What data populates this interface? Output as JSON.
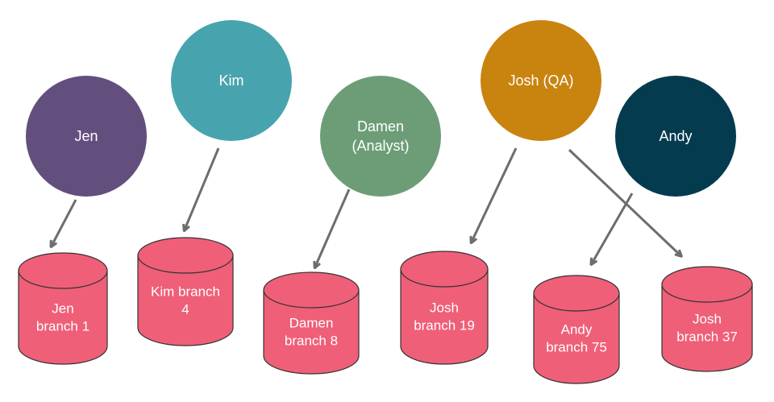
{
  "people": [
    {
      "id": "jen",
      "label": [
        "Jen"
      ],
      "color": "#634f7d"
    },
    {
      "id": "kim",
      "label": [
        "Kim"
      ],
      "color": "#47a4ae"
    },
    {
      "id": "damen",
      "label": [
        "Damen",
        "(Analyst)"
      ],
      "color": "#6c9d77"
    },
    {
      "id": "josh",
      "label": [
        "Josh (QA)"
      ],
      "color": "#c9830f"
    },
    {
      "id": "andy",
      "label": [
        "Andy"
      ],
      "color": "#053b4e"
    }
  ],
  "branches": [
    {
      "id": "jen-branch-1",
      "label": [
        "Jen",
        "branch 1"
      ]
    },
    {
      "id": "kim-branch-4",
      "label": [
        "Kim branch",
        "4"
      ]
    },
    {
      "id": "damen-branch-8",
      "label": [
        "Damen",
        "branch 8"
      ]
    },
    {
      "id": "josh-branch-19",
      "label": [
        "Josh",
        "branch 19"
      ]
    },
    {
      "id": "andy-branch-75",
      "label": [
        "Andy",
        "branch 75"
      ]
    },
    {
      "id": "josh-branch-37",
      "label": [
        "Josh",
        "branch 37"
      ]
    }
  ],
  "edges": [
    {
      "from": "jen",
      "to": "jen-branch-1"
    },
    {
      "from": "kim",
      "to": "kim-branch-4"
    },
    {
      "from": "damen",
      "to": "damen-branch-8"
    },
    {
      "from": "josh",
      "to": "josh-branch-19"
    },
    {
      "from": "josh",
      "to": "josh-branch-37"
    },
    {
      "from": "andy",
      "to": "andy-branch-75"
    }
  ],
  "colors": {
    "database": "#ef5f78",
    "arrow": "#6d6d6d"
  }
}
